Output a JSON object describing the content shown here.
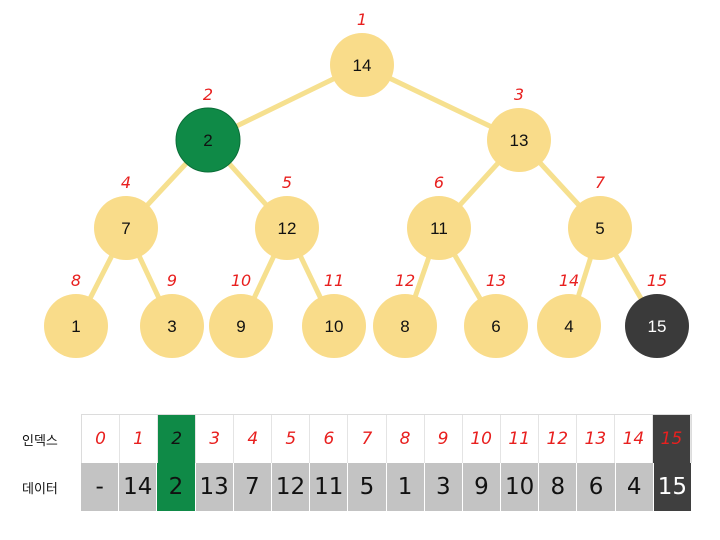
{
  "colors": {
    "node_default": "#f9dc8a",
    "node_highlight": "#0f8a47",
    "node_dark": "#3a3a3a",
    "edge": "#f6e08f",
    "index_text": "#e8201f",
    "data_cell": "#c3c3c3"
  },
  "tree": {
    "nodes": [
      {
        "index": "1",
        "value": "14",
        "state": "default"
      },
      {
        "index": "2",
        "value": "2",
        "state": "highlight"
      },
      {
        "index": "3",
        "value": "13",
        "state": "default"
      },
      {
        "index": "4",
        "value": "7",
        "state": "default"
      },
      {
        "index": "5",
        "value": "12",
        "state": "default"
      },
      {
        "index": "6",
        "value": "11",
        "state": "default"
      },
      {
        "index": "7",
        "value": "5",
        "state": "default"
      },
      {
        "index": "8",
        "value": "1",
        "state": "default"
      },
      {
        "index": "9",
        "value": "3",
        "state": "default"
      },
      {
        "index": "10",
        "value": "9",
        "state": "default"
      },
      {
        "index": "11",
        "value": "10",
        "state": "default"
      },
      {
        "index": "12",
        "value": "8",
        "state": "default"
      },
      {
        "index": "13",
        "value": "6",
        "state": "default"
      },
      {
        "index": "14",
        "value": "4",
        "state": "default"
      },
      {
        "index": "15",
        "value": "15",
        "state": "dark"
      }
    ]
  },
  "table": {
    "index_label": "인덱스",
    "data_label": "데이터",
    "cells": [
      {
        "index": "0",
        "data": "-",
        "state": "default"
      },
      {
        "index": "1",
        "data": "14",
        "state": "default"
      },
      {
        "index": "2",
        "data": "2",
        "state": "highlight"
      },
      {
        "index": "3",
        "data": "13",
        "state": "default"
      },
      {
        "index": "4",
        "data": "7",
        "state": "default"
      },
      {
        "index": "5",
        "data": "12",
        "state": "default"
      },
      {
        "index": "6",
        "data": "11",
        "state": "default"
      },
      {
        "index": "7",
        "data": "5",
        "state": "default"
      },
      {
        "index": "8",
        "data": "1",
        "state": "default"
      },
      {
        "index": "9",
        "data": "3",
        "state": "default"
      },
      {
        "index": "10",
        "data": "9",
        "state": "default"
      },
      {
        "index": "11",
        "data": "10",
        "state": "default"
      },
      {
        "index": "12",
        "data": "8",
        "state": "default"
      },
      {
        "index": "13",
        "data": "6",
        "state": "default"
      },
      {
        "index": "14",
        "data": "4",
        "state": "default"
      },
      {
        "index": "15",
        "data": "15",
        "state": "dark"
      }
    ]
  }
}
